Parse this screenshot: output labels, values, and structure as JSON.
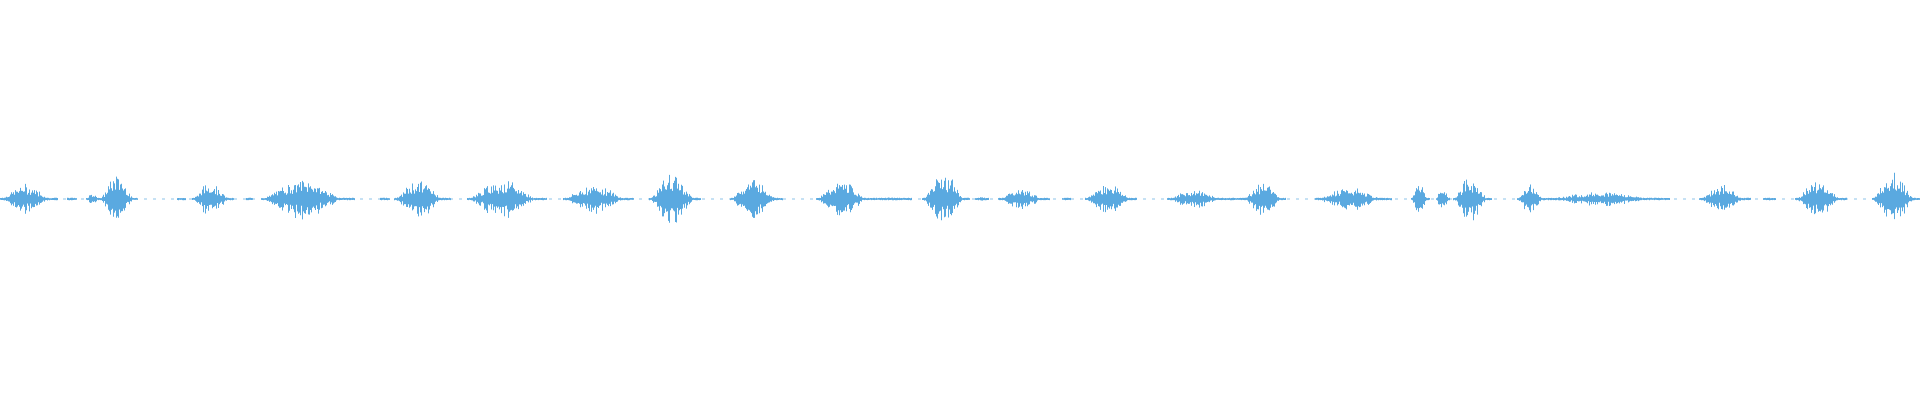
{
  "waveform": {
    "color": "#5aa9e0",
    "baseline_color": "#8cc3ea",
    "peak_scale": 1.0,
    "segments": [
      {
        "start": 0.0,
        "end": 0.03,
        "amp": 0.55
      },
      {
        "start": 0.035,
        "end": 0.04,
        "amp": 0.06
      },
      {
        "start": 0.045,
        "end": 0.052,
        "amp": 0.25
      },
      {
        "start": 0.052,
        "end": 0.072,
        "amp": 0.95
      },
      {
        "start": 0.092,
        "end": 0.097,
        "amp": 0.07
      },
      {
        "start": 0.1,
        "end": 0.122,
        "amp": 0.65
      },
      {
        "start": 0.128,
        "end": 0.132,
        "amp": 0.06
      },
      {
        "start": 0.136,
        "end": 0.185,
        "amp": 0.75
      },
      {
        "start": 0.198,
        "end": 0.203,
        "amp": 0.07
      },
      {
        "start": 0.205,
        "end": 0.235,
        "amp": 0.7
      },
      {
        "start": 0.243,
        "end": 0.285,
        "amp": 0.72
      },
      {
        "start": 0.293,
        "end": 0.33,
        "amp": 0.55
      },
      {
        "start": 0.338,
        "end": 0.365,
        "amp": 0.95
      },
      {
        "start": 0.38,
        "end": 0.408,
        "amp": 0.82
      },
      {
        "start": 0.425,
        "end": 0.455,
        "amp": 0.68
      },
      {
        "start": 0.455,
        "end": 0.475,
        "amp": 0.06
      },
      {
        "start": 0.48,
        "end": 0.505,
        "amp": 1.0
      },
      {
        "start": 0.508,
        "end": 0.515,
        "amp": 0.08
      },
      {
        "start": 0.52,
        "end": 0.547,
        "amp": 0.4
      },
      {
        "start": 0.553,
        "end": 0.558,
        "amp": 0.06
      },
      {
        "start": 0.565,
        "end": 0.592,
        "amp": 0.62
      },
      {
        "start": 0.608,
        "end": 0.64,
        "amp": 0.35
      },
      {
        "start": 0.64,
        "end": 0.66,
        "amp": 0.05
      },
      {
        "start": 0.648,
        "end": 0.67,
        "amp": 0.72
      },
      {
        "start": 0.685,
        "end": 0.725,
        "amp": 0.42
      },
      {
        "start": 0.735,
        "end": 0.745,
        "amp": 0.7
      },
      {
        "start": 0.748,
        "end": 0.755,
        "amp": 0.55
      },
      {
        "start": 0.757,
        "end": 0.777,
        "amp": 0.85
      },
      {
        "start": 0.79,
        "end": 0.805,
        "amp": 0.55
      },
      {
        "start": 0.805,
        "end": 0.87,
        "amp": 0.28
      },
      {
        "start": 0.885,
        "end": 0.912,
        "amp": 0.52
      },
      {
        "start": 0.918,
        "end": 0.925,
        "amp": 0.06
      },
      {
        "start": 0.935,
        "end": 0.962,
        "amp": 0.7
      },
      {
        "start": 0.975,
        "end": 1.0,
        "amp": 1.0
      }
    ]
  }
}
